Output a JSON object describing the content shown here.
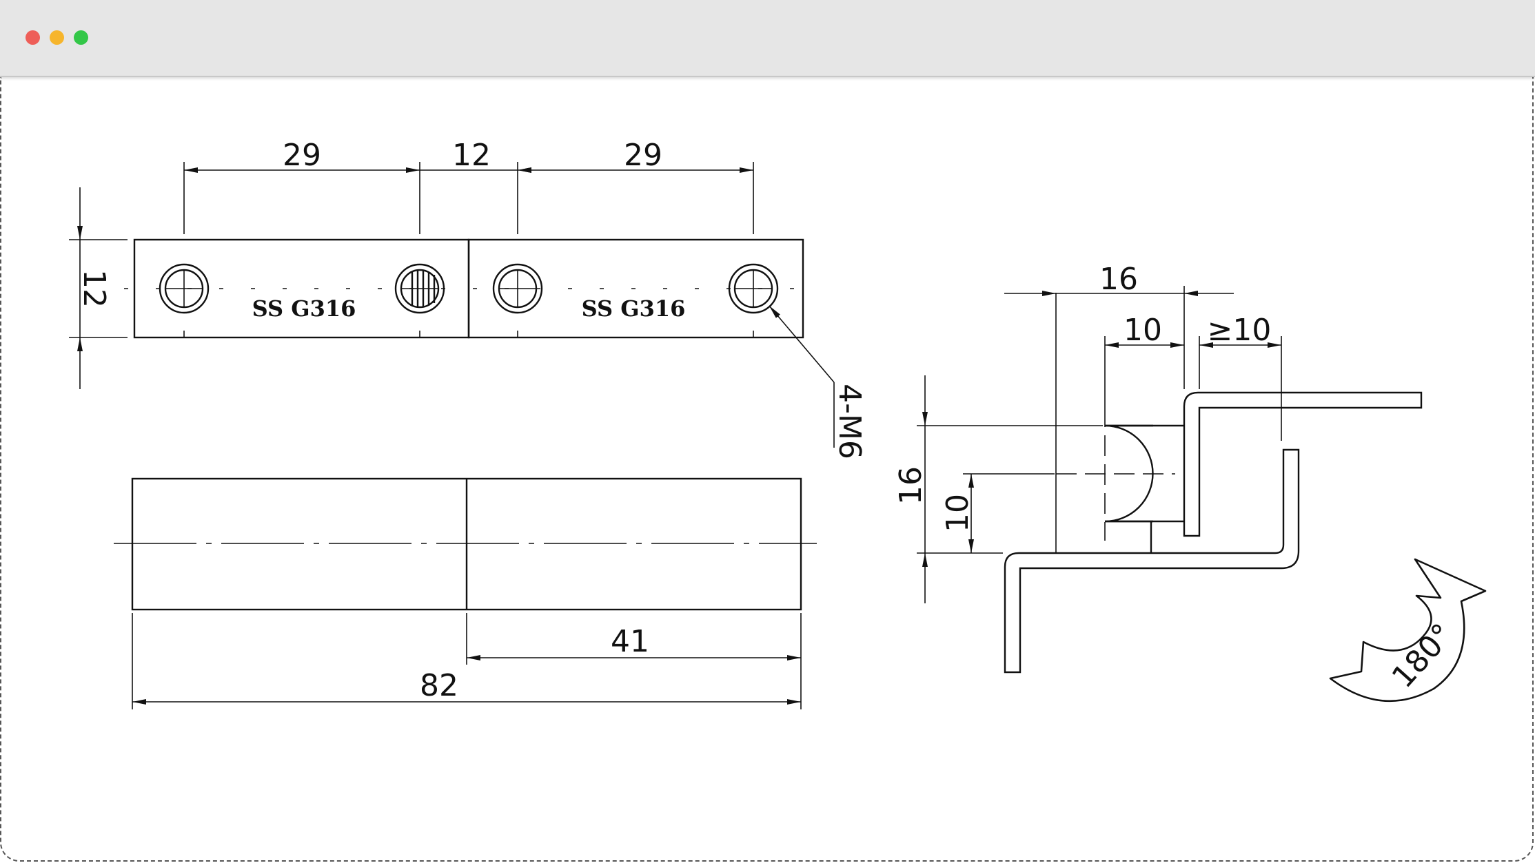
{
  "window": {
    "controls": [
      "close",
      "minimize",
      "maximize"
    ]
  },
  "top_view": {
    "spacing_left": "29",
    "spacing_mid": "12",
    "spacing_right": "29",
    "height": "12",
    "marking_left": "SS G316",
    "marking_right": "SS G316",
    "hole_callout": "4-M6"
  },
  "front_view": {
    "half_length": "41",
    "total_length": "82"
  },
  "side_view": {
    "width_total": "16",
    "knuckle_width": "10",
    "clearance": "≥10",
    "height_total": "16",
    "knuckle_height": "10"
  },
  "rotation": {
    "angle": "180°"
  }
}
